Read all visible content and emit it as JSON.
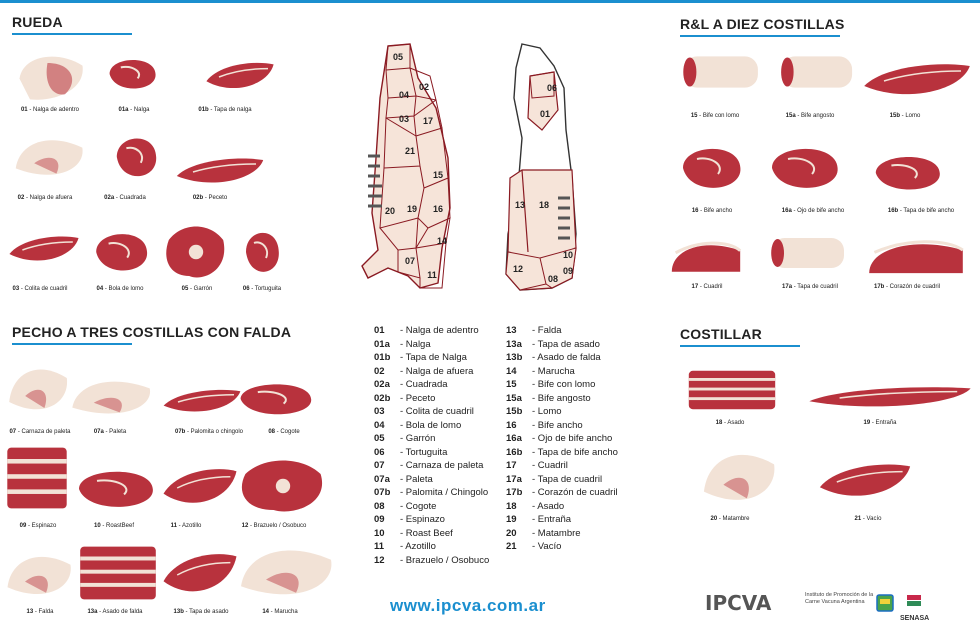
{
  "sections": {
    "rueda": "RUEDA",
    "rl": "R&L A DIEZ COSTILLAS",
    "pecho": "PECHO A TRES COSTILLAS CON FALDA",
    "costillar": "COSTILLAR"
  },
  "cuts": {
    "c01": {
      "code": "01",
      "name": "Nalga de adentro"
    },
    "c01a": {
      "code": "01a",
      "name": "Nalga"
    },
    "c01b": {
      "code": "01b",
      "name": "Tapa de nalga"
    },
    "c02": {
      "code": "02",
      "name": "Nalga de afuera"
    },
    "c02a": {
      "code": "02a",
      "name": "Cuadrada"
    },
    "c02b": {
      "code": "02b",
      "name": "Peceto"
    },
    "c03": {
      "code": "03",
      "name": "Colita de cuadril"
    },
    "c04": {
      "code": "04",
      "name": "Bola de lomo"
    },
    "c05": {
      "code": "05",
      "name": "Garrón"
    },
    "c06": {
      "code": "06",
      "name": "Tortuguita"
    },
    "c15": {
      "code": "15",
      "name": "Bife con lomo"
    },
    "c15a": {
      "code": "15a",
      "name": "Bife angosto"
    },
    "c15b": {
      "code": "15b",
      "name": "Lomo"
    },
    "c16": {
      "code": "16",
      "name": "Bife ancho"
    },
    "c16a": {
      "code": "16a",
      "name": "Ojo de bife ancho"
    },
    "c16b": {
      "code": "16b",
      "name": "Tapa de bife ancho"
    },
    "c17": {
      "code": "17",
      "name": "Cuadril"
    },
    "c17a": {
      "code": "17a",
      "name": "Tapa de cuadril"
    },
    "c17b": {
      "code": "17b",
      "name": "Corazón de cuadril"
    },
    "c07": {
      "code": "07",
      "name": "Carnaza de paleta"
    },
    "c07a": {
      "code": "07a",
      "name": "Paleta"
    },
    "c07b": {
      "code": "07b",
      "name": "Palomita o chingolo"
    },
    "c08": {
      "code": "08",
      "name": "Cogote"
    },
    "c09": {
      "code": "09",
      "name": "Espinazo"
    },
    "c10": {
      "code": "10",
      "name": "RoastBeef"
    },
    "c11": {
      "code": "11",
      "name": "Azotillo"
    },
    "c12": {
      "code": "12",
      "name": "Brazuelo / Osobuco"
    },
    "c13": {
      "code": "13",
      "name": "Falda"
    },
    "c13a": {
      "code": "13a",
      "name": "Asado de falda"
    },
    "c13b": {
      "code": "13b",
      "name": "Tapa de asado"
    },
    "c14": {
      "code": "14",
      "name": "Marucha"
    },
    "c18": {
      "code": "18",
      "name": "Asado"
    },
    "c19": {
      "code": "19",
      "name": "Entraña"
    },
    "c20": {
      "code": "20",
      "name": "Matambre"
    },
    "c21": {
      "code": "21",
      "name": "Vacío"
    }
  },
  "carcass": {
    "front": [
      "05",
      "04",
      "02",
      "03",
      "17",
      "21",
      "15",
      "20",
      "19",
      "16",
      "14",
      "07",
      "11"
    ],
    "side": [
      "06",
      "01",
      "13",
      "18",
      "10",
      "12",
      "09",
      "08"
    ]
  },
  "legend_left": [
    {
      "code": "01",
      "name": "- Nalga de adentro"
    },
    {
      "code": "01a",
      "name": "- Nalga"
    },
    {
      "code": "01b",
      "name": "- Tapa de Nalga"
    },
    {
      "code": "02",
      "name": "- Nalga de afuera"
    },
    {
      "code": "02a",
      "name": "- Cuadrada"
    },
    {
      "code": "02b",
      "name": "- Peceto"
    },
    {
      "code": "03",
      "name": "- Colita de cuadril"
    },
    {
      "code": "04",
      "name": "- Bola de lomo"
    },
    {
      "code": "05",
      "name": "- Garrón"
    },
    {
      "code": "06",
      "name": "- Tortuguita"
    },
    {
      "code": "07",
      "name": "- Carnaza de paleta"
    },
    {
      "code": "07a",
      "name": "- Paleta"
    },
    {
      "code": "07b",
      "name": "- Palomita / Chingolo"
    },
    {
      "code": "08",
      "name": "- Cogote"
    },
    {
      "code": "09",
      "name": "- Espinazo"
    },
    {
      "code": "10",
      "name": "- Roast Beef"
    },
    {
      "code": "11",
      "name": "- Azotillo"
    },
    {
      "code": "12",
      "name": "- Brazuelo / Osobuco"
    }
  ],
  "legend_right": [
    {
      "code": "13",
      "name": "- Falda"
    },
    {
      "code": "13a",
      "name": "- Tapa de asado"
    },
    {
      "code": "13b",
      "name": "- Asado de falda"
    },
    {
      "code": "14",
      "name": "- Marucha"
    },
    {
      "code": "15",
      "name": "- Bife con lomo"
    },
    {
      "code": "15a",
      "name": "- Bife angosto"
    },
    {
      "code": "15b",
      "name": "- Lomo"
    },
    {
      "code": "16",
      "name": "- Bife ancho"
    },
    {
      "code": "16a",
      "name": "- Ojo de bife ancho"
    },
    {
      "code": "16b",
      "name": "- Tapa de bife ancho"
    },
    {
      "code": "17",
      "name": "- Cuadril"
    },
    {
      "code": "17a",
      "name": "- Tapa de cuadril"
    },
    {
      "code": "17b",
      "name": "- Corazón de cuadril"
    },
    {
      "code": "18",
      "name": "- Asado"
    },
    {
      "code": "19",
      "name": "- Entraña"
    },
    {
      "code": "20",
      "name": "- Matambre"
    },
    {
      "code": "21",
      "name": "- Vacío"
    }
  ],
  "footer": {
    "url": "www.ipcva.com.ar",
    "logo": "IPCVA",
    "logo_sub": "Instituto de Promoción de la Carne Vacuna Argentina",
    "senasa": "SENASA"
  },
  "colors": {
    "accent": "#1b8fcf",
    "meat": "#b8323d",
    "fat": "#f2e2d6",
    "carcass_fill": "#f6e4d9",
    "carcass_line": "#8a1a22"
  }
}
